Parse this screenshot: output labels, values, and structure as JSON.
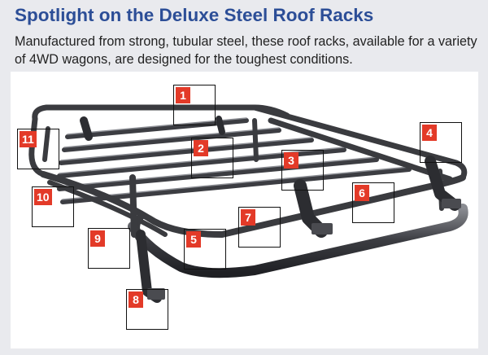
{
  "header": {
    "title": "Spotlight on the Deluxe Steel Roof Racks",
    "description": "Manufactured from strong, tubular steel, these roof racks, available for a variety of 4WD wagons, are designed for the toughest conditions."
  },
  "callouts": [
    "1",
    "2",
    "3",
    "4",
    "5",
    "6",
    "7",
    "8",
    "9",
    "10",
    "11"
  ],
  "colors": {
    "title": "#2c4e97",
    "tag": "#e33a28",
    "steel": "#3a3b3f",
    "background": "#e9eaee"
  }
}
